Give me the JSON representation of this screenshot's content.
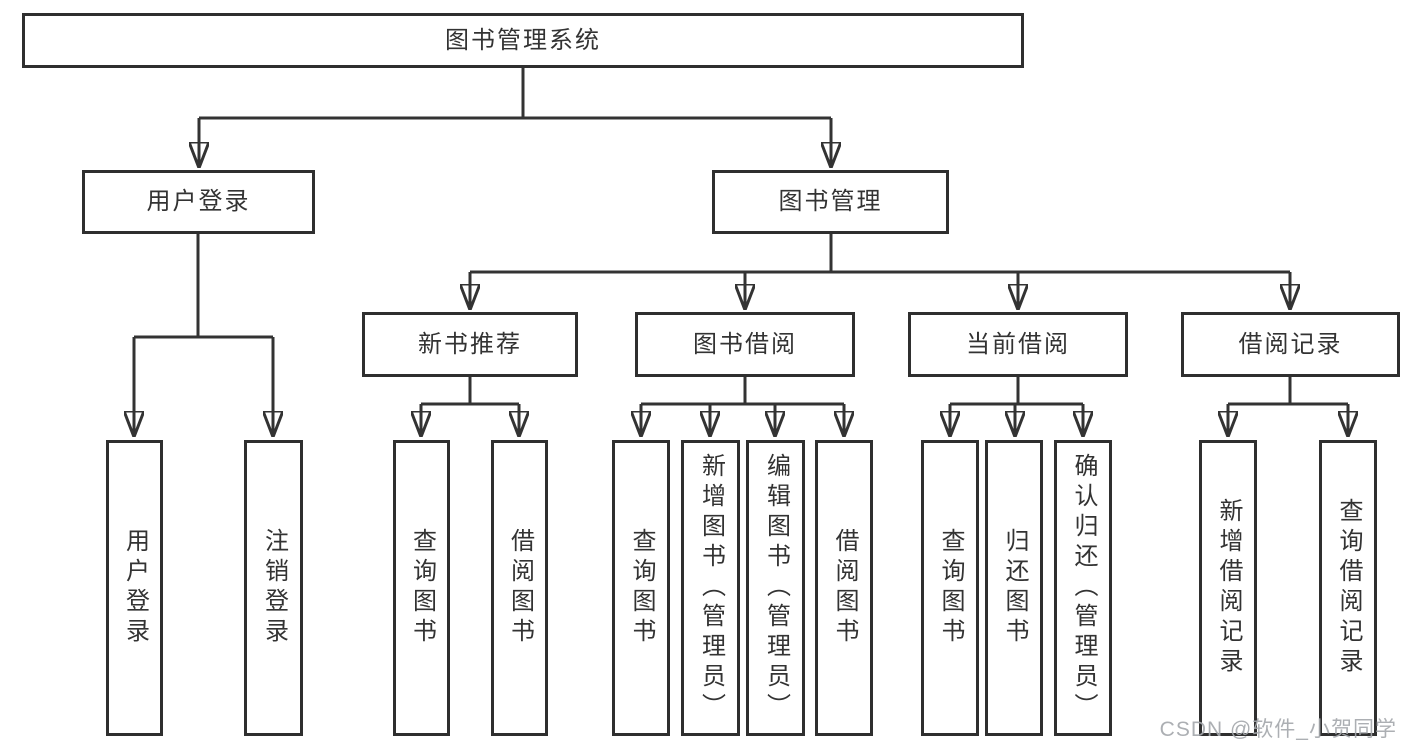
{
  "diagram_type": "hierarchy-tree",
  "tree": {
    "label": "图书管理系统",
    "children": [
      {
        "label": "用户登录",
        "children": [
          {
            "label": "用户登录"
          },
          {
            "label": "注销登录"
          }
        ]
      },
      {
        "label": "图书管理",
        "children": [
          {
            "label": "新书推荐",
            "children": [
              {
                "label": "查询图书"
              },
              {
                "label": "借阅图书"
              }
            ]
          },
          {
            "label": "图书借阅",
            "children": [
              {
                "label": "查询图书"
              },
              {
                "label": "新增图书（管理员）"
              },
              {
                "label": "编辑图书（管理员）"
              },
              {
                "label": "借阅图书"
              }
            ]
          },
          {
            "label": "当前借阅",
            "children": [
              {
                "label": "查询图书"
              },
              {
                "label": "归还图书"
              },
              {
                "label": "确认归还（管理员）"
              }
            ]
          },
          {
            "label": "借阅记录",
            "children": [
              {
                "label": "新增借阅记录"
              },
              {
                "label": "查询借阅记录"
              }
            ]
          }
        ]
      }
    ]
  },
  "watermark": {
    "text": "CSDN @软件_小贺同学"
  },
  "colors": {
    "line": "#333333",
    "box_border": "#2f2f2f",
    "text": "#333333",
    "watermark": "#a5a8ac",
    "background": "#ffffff"
  }
}
